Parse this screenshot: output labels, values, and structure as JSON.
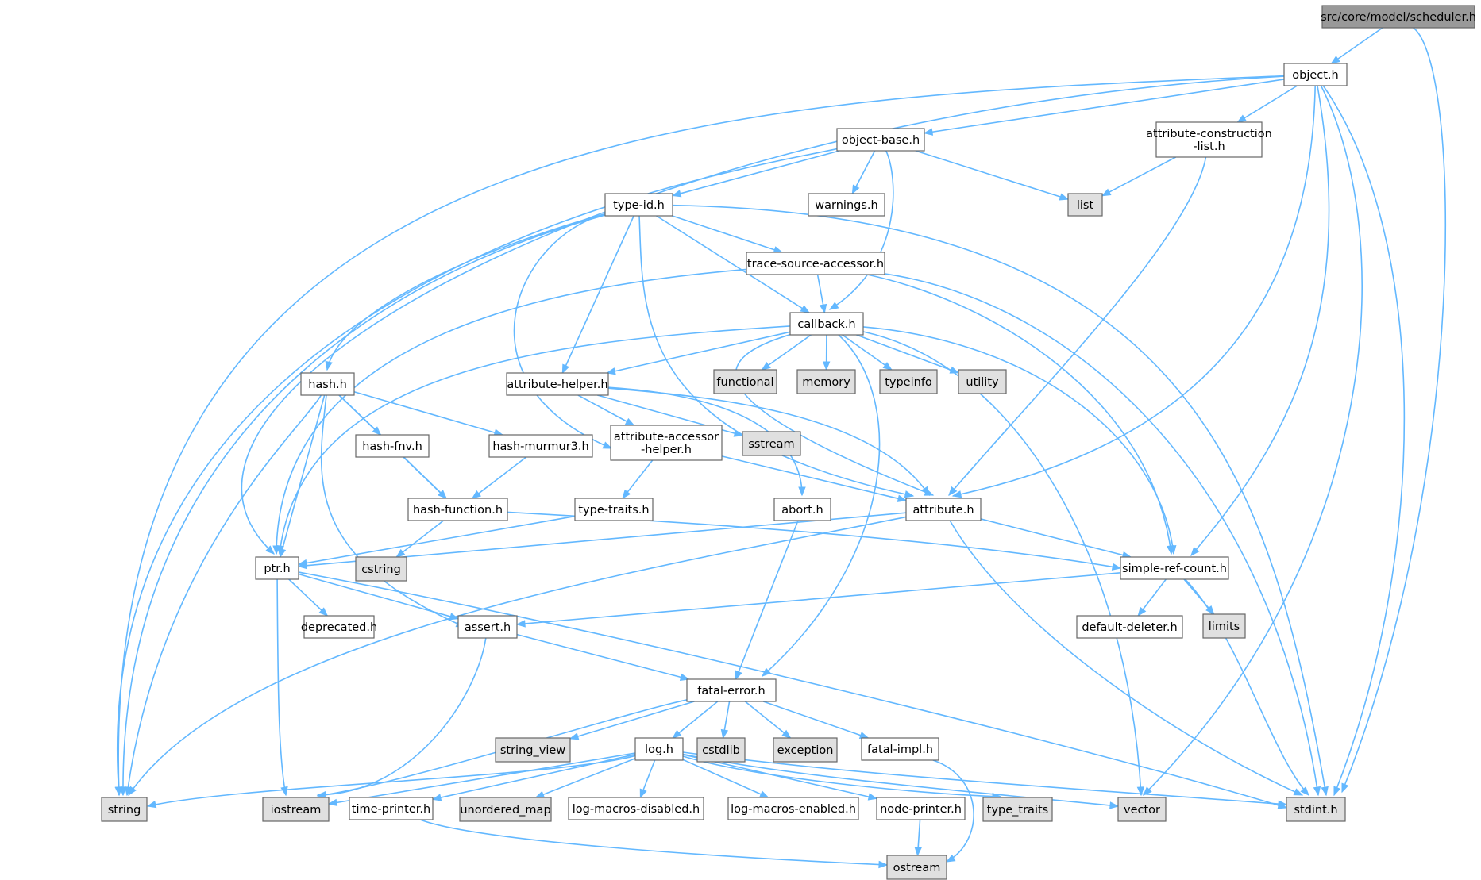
{
  "colors": {
    "edge": "#63b8ff",
    "root_fill": "#999999",
    "node_fill": "#ffffff",
    "system_fill": "#e0e0e0",
    "border": "#666666"
  },
  "nodes": {
    "scheduler_h": {
      "label": [
        "src/core/model/scheduler.h"
      ],
      "kind": "root"
    },
    "object_h": {
      "label": [
        "object.h"
      ],
      "kind": "file"
    },
    "object_base_h": {
      "label": [
        "object-base.h"
      ],
      "kind": "file"
    },
    "attribute_construction_list_h": {
      "label": [
        "attribute-construction",
        "-list.h"
      ],
      "kind": "file"
    },
    "type_id_h": {
      "label": [
        "type-id.h"
      ],
      "kind": "file"
    },
    "warnings_h": {
      "label": [
        "warnings.h"
      ],
      "kind": "file"
    },
    "list": {
      "label": [
        "list"
      ],
      "kind": "system"
    },
    "trace_source_accessor_h": {
      "label": [
        "trace-source-accessor.h"
      ],
      "kind": "file"
    },
    "callback_h": {
      "label": [
        "callback.h"
      ],
      "kind": "file"
    },
    "hash_h": {
      "label": [
        "hash.h"
      ],
      "kind": "file"
    },
    "attribute_helper_h": {
      "label": [
        "attribute-helper.h"
      ],
      "kind": "file"
    },
    "functional": {
      "label": [
        "functional"
      ],
      "kind": "system"
    },
    "memory": {
      "label": [
        "memory"
      ],
      "kind": "system"
    },
    "typeinfo": {
      "label": [
        "typeinfo"
      ],
      "kind": "system"
    },
    "utility": {
      "label": [
        "utility"
      ],
      "kind": "system"
    },
    "hash_fnv_h": {
      "label": [
        "hash-fnv.h"
      ],
      "kind": "file"
    },
    "hash_murmur3_h": {
      "label": [
        "hash-murmur3.h"
      ],
      "kind": "file"
    },
    "attribute_accessor_helper_h": {
      "label": [
        "attribute-accessor",
        "-helper.h"
      ],
      "kind": "file"
    },
    "sstream": {
      "label": [
        "sstream"
      ],
      "kind": "system"
    },
    "hash_function_h": {
      "label": [
        "hash-function.h"
      ],
      "kind": "file"
    },
    "type_traits_h": {
      "label": [
        "type-traits.h"
      ],
      "kind": "file"
    },
    "abort_h": {
      "label": [
        "abort.h"
      ],
      "kind": "file"
    },
    "attribute_h": {
      "label": [
        "attribute.h"
      ],
      "kind": "file"
    },
    "ptr_h": {
      "label": [
        "ptr.h"
      ],
      "kind": "file"
    },
    "cstring": {
      "label": [
        "cstring"
      ],
      "kind": "system"
    },
    "simple_ref_count_h": {
      "label": [
        "simple-ref-count.h"
      ],
      "kind": "file"
    },
    "deprecated_h": {
      "label": [
        "deprecated.h"
      ],
      "kind": "file"
    },
    "assert_h": {
      "label": [
        "assert.h"
      ],
      "kind": "file"
    },
    "default_deleter_h": {
      "label": [
        "default-deleter.h"
      ],
      "kind": "file"
    },
    "limits": {
      "label": [
        "limits"
      ],
      "kind": "system"
    },
    "fatal_error_h": {
      "label": [
        "fatal-error.h"
      ],
      "kind": "file"
    },
    "string_view": {
      "label": [
        "string_view"
      ],
      "kind": "system"
    },
    "log_h": {
      "label": [
        "log.h"
      ],
      "kind": "file"
    },
    "cstdlib": {
      "label": [
        "cstdlib"
      ],
      "kind": "system"
    },
    "exception": {
      "label": [
        "exception"
      ],
      "kind": "system"
    },
    "fatal_impl_h": {
      "label": [
        "fatal-impl.h"
      ],
      "kind": "file"
    },
    "string": {
      "label": [
        "string"
      ],
      "kind": "system"
    },
    "iostream": {
      "label": [
        "iostream"
      ],
      "kind": "system"
    },
    "time_printer_h": {
      "label": [
        "time-printer.h"
      ],
      "kind": "file"
    },
    "unordered_map": {
      "label": [
        "unordered_map"
      ],
      "kind": "system"
    },
    "log_macros_disabled_h": {
      "label": [
        "log-macros-disabled.h"
      ],
      "kind": "file"
    },
    "log_macros_enabled_h": {
      "label": [
        "log-macros-enabled.h"
      ],
      "kind": "file"
    },
    "node_printer_h": {
      "label": [
        "node-printer.h"
      ],
      "kind": "file"
    },
    "type_traits": {
      "label": [
        "type_traits"
      ],
      "kind": "system"
    },
    "vector": {
      "label": [
        "vector"
      ],
      "kind": "system"
    },
    "stdint_h": {
      "label": [
        "stdint.h"
      ],
      "kind": "system"
    },
    "ostream": {
      "label": [
        "ostream"
      ],
      "kind": "system"
    }
  },
  "edges": [
    [
      "scheduler_h",
      "object_h"
    ],
    [
      "scheduler_h",
      "stdint_h"
    ],
    [
      "object_h",
      "object_base_h"
    ],
    [
      "object_h",
      "attribute_construction_list_h"
    ],
    [
      "object_h",
      "string"
    ],
    [
      "object_h",
      "ptr_h"
    ],
    [
      "object_h",
      "attribute_h"
    ],
    [
      "object_h",
      "simple_ref_count_h"
    ],
    [
      "object_h",
      "vector"
    ],
    [
      "object_h",
      "stdint_h"
    ],
    [
      "object_base_h",
      "type_id_h"
    ],
    [
      "object_base_h",
      "warnings_h"
    ],
    [
      "object_base_h",
      "list"
    ],
    [
      "object_base_h",
      "callback_h"
    ],
    [
      "object_base_h",
      "string"
    ],
    [
      "attribute_construction_list_h",
      "list"
    ],
    [
      "attribute_construction_list_h",
      "attribute_h"
    ],
    [
      "type_id_h",
      "trace_source_accessor_h"
    ],
    [
      "type_id_h",
      "callback_h"
    ],
    [
      "type_id_h",
      "hash_h"
    ],
    [
      "type_id_h",
      "attribute_helper_h"
    ],
    [
      "type_id_h",
      "attribute_accessor_helper_h"
    ],
    [
      "type_id_h",
      "attribute_h"
    ],
    [
      "type_id_h",
      "string"
    ],
    [
      "type_id_h",
      "stdint_h"
    ],
    [
      "trace_source_accessor_h",
      "callback_h"
    ],
    [
      "trace_source_accessor_h",
      "ptr_h"
    ],
    [
      "trace_source_accessor_h",
      "simple_ref_count_h"
    ],
    [
      "trace_source_accessor_h",
      "stdint_h"
    ],
    [
      "callback_h",
      "attribute_helper_h"
    ],
    [
      "callback_h",
      "functional"
    ],
    [
      "callback_h",
      "memory"
    ],
    [
      "callback_h",
      "typeinfo"
    ],
    [
      "callback_h",
      "utility"
    ],
    [
      "callback_h",
      "attribute_h"
    ],
    [
      "callback_h",
      "ptr_h"
    ],
    [
      "callback_h",
      "simple_ref_count_h"
    ],
    [
      "callback_h",
      "fatal_error_h"
    ],
    [
      "callback_h",
      "vector"
    ],
    [
      "hash_h",
      "hash_fnv_h"
    ],
    [
      "hash_h",
      "hash_murmur3_h"
    ],
    [
      "hash_h",
      "hash_function_h"
    ],
    [
      "hash_h",
      "ptr_h"
    ],
    [
      "hash_h",
      "assert_h"
    ],
    [
      "hash_h",
      "string"
    ],
    [
      "attribute_helper_h",
      "attribute_accessor_helper_h"
    ],
    [
      "attribute_helper_h",
      "sstream"
    ],
    [
      "attribute_helper_h",
      "abort_h"
    ],
    [
      "attribute_helper_h",
      "attribute_h"
    ],
    [
      "hash_fnv_h",
      "hash_function_h"
    ],
    [
      "hash_murmur3_h",
      "hash_function_h"
    ],
    [
      "attribute_accessor_helper_h",
      "type_traits_h"
    ],
    [
      "attribute_accessor_helper_h",
      "attribute_h"
    ],
    [
      "hash_function_h",
      "cstring"
    ],
    [
      "hash_function_h",
      "simple_ref_count_h"
    ],
    [
      "type_traits_h",
      "ptr_h"
    ],
    [
      "abort_h",
      "fatal_error_h"
    ],
    [
      "attribute_h",
      "ptr_h"
    ],
    [
      "attribute_h",
      "simple_ref_count_h"
    ],
    [
      "attribute_h",
      "string"
    ],
    [
      "attribute_h",
      "stdint_h"
    ],
    [
      "ptr_h",
      "deprecated_h"
    ],
    [
      "ptr_h",
      "assert_h"
    ],
    [
      "ptr_h",
      "iostream"
    ],
    [
      "ptr_h",
      "stdint_h"
    ],
    [
      "simple_ref_count_h",
      "default_deleter_h"
    ],
    [
      "simple_ref_count_h",
      "limits"
    ],
    [
      "simple_ref_count_h",
      "assert_h"
    ],
    [
      "simple_ref_count_h",
      "stdint_h"
    ],
    [
      "assert_h",
      "fatal_error_h"
    ],
    [
      "assert_h",
      "iostream"
    ],
    [
      "fatal_error_h",
      "string_view"
    ],
    [
      "fatal_error_h",
      "log_h"
    ],
    [
      "fatal_error_h",
      "cstdlib"
    ],
    [
      "fatal_error_h",
      "exception"
    ],
    [
      "fatal_error_h",
      "fatal_impl_h"
    ],
    [
      "fatal_error_h",
      "iostream"
    ],
    [
      "log_h",
      "string"
    ],
    [
      "log_h",
      "iostream"
    ],
    [
      "log_h",
      "time_printer_h"
    ],
    [
      "log_h",
      "unordered_map"
    ],
    [
      "log_h",
      "log_macros_disabled_h"
    ],
    [
      "log_h",
      "log_macros_enabled_h"
    ],
    [
      "log_h",
      "node_printer_h"
    ],
    [
      "log_h",
      "type_traits"
    ],
    [
      "log_h",
      "vector"
    ],
    [
      "log_h",
      "stdint_h"
    ],
    [
      "fatal_impl_h",
      "ostream"
    ],
    [
      "time_printer_h",
      "ostream"
    ],
    [
      "node_printer_h",
      "ostream"
    ]
  ]
}
